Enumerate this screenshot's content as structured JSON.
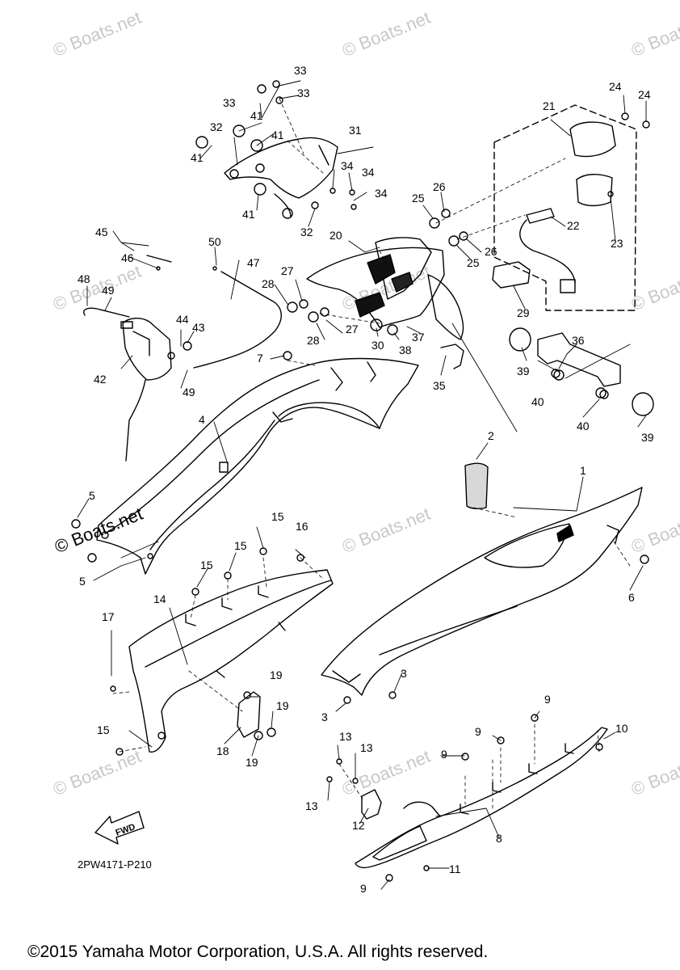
{
  "watermark": "© Boats.net",
  "diagram_code": "2PW4171-P210",
  "fwd_label": "FWD",
  "copyright": "©2015 Yamaha Motor Corporation, U.S.A. All rights reserved.",
  "callouts": {
    "c1": "1",
    "c2": "2",
    "c3a": "3",
    "c3b": "3",
    "c4": "4",
    "c5a": "5",
    "c5b": "5",
    "c6": "6",
    "c7": "7",
    "c8": "8",
    "c9a": "9",
    "c9b": "9",
    "c9c": "9",
    "c9d": "9",
    "c10": "10",
    "c11": "11",
    "c12": "12",
    "c13a": "13",
    "c13b": "13",
    "c13c": "13",
    "c14": "14",
    "c15a": "15",
    "c15b": "15",
    "c15c": "15",
    "c15d": "15",
    "c16": "16",
    "c17": "17",
    "c18": "18",
    "c19a": "19",
    "c19b": "19",
    "c19c": "19",
    "c20": "20",
    "c21": "21",
    "c22": "22",
    "c23": "23",
    "c24a": "24",
    "c24b": "24",
    "c25a": "25",
    "c25b": "25",
    "c26a": "26",
    "c26b": "26",
    "c27a": "27",
    "c27b": "27",
    "c28a": "28",
    "c28b": "28",
    "c29": "29",
    "c30": "30",
    "c31": "31",
    "c32a": "32",
    "c32b": "32",
    "c33a": "33",
    "c33b": "33",
    "c33c": "33",
    "c34a": "34",
    "c34b": "34",
    "c34c": "34",
    "c35": "35",
    "c36": "36",
    "c37": "37",
    "c38": "38",
    "c39a": "39",
    "c39b": "39",
    "c40a": "40",
    "c40b": "40",
    "c41a": "41",
    "c41b": "41",
    "c41c": "41",
    "c41d": "41",
    "c42": "42",
    "c43": "43",
    "c44": "44",
    "c45": "45",
    "c46": "46",
    "c47": "47",
    "c48": "48",
    "c49a": "49",
    "c49b": "49",
    "c50": "50"
  }
}
